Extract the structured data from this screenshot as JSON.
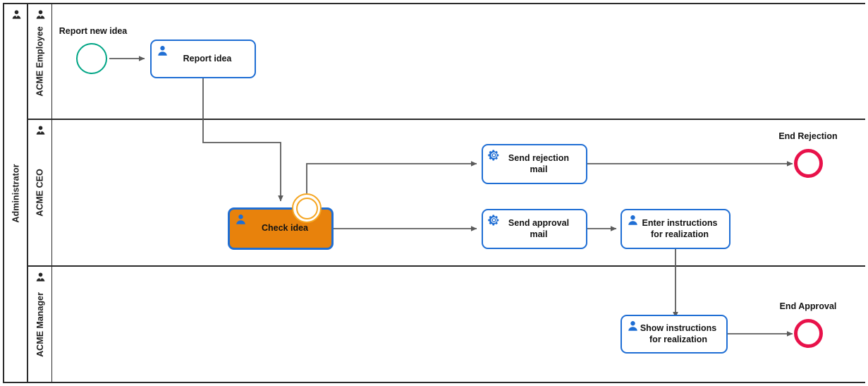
{
  "diagram": {
    "type": "bpmn-process",
    "pool": {
      "name": "Administrator",
      "icon": "participant-icon"
    },
    "lanes": [
      {
        "id": "employee",
        "name": "ACME Employee",
        "icon": "participant-icon"
      },
      {
        "id": "ceo",
        "name": "ACME CEO",
        "icon": "participant-icon"
      },
      {
        "id": "manager",
        "name": "ACME Manager",
        "icon": "participant-icon"
      }
    ],
    "events": [
      {
        "id": "start",
        "kind": "start-event",
        "label": "Report new idea",
        "lane": "employee",
        "color": "#00a585"
      },
      {
        "id": "end-rejection",
        "kind": "end-event",
        "label": "End Rejection",
        "lane": "ceo",
        "color": "#e8124a"
      },
      {
        "id": "end-approval",
        "kind": "end-event",
        "label": "End Approval",
        "lane": "manager",
        "color": "#e8124a"
      },
      {
        "id": "boundary-check",
        "kind": "boundary-event",
        "label": "",
        "lane": "ceo",
        "color": "#f5a623"
      }
    ],
    "tasks": [
      {
        "id": "report-idea",
        "label": "Report idea",
        "icon": "user-task-icon",
        "lane": "employee",
        "highlighted": false
      },
      {
        "id": "check-idea",
        "label": "Check idea",
        "icon": "user-task-icon",
        "lane": "ceo",
        "highlighted": true
      },
      {
        "id": "send-rejection-mail",
        "label": "Send rejection\nmail",
        "icon": "service-task-icon",
        "lane": "ceo",
        "highlighted": false
      },
      {
        "id": "send-approval-mail",
        "label": "Send approval\nmail",
        "icon": "service-task-icon",
        "lane": "ceo",
        "highlighted": false
      },
      {
        "id": "enter-instructions",
        "label": "Enter instructions\nfor realization",
        "icon": "user-task-icon",
        "lane": "ceo",
        "highlighted": false
      },
      {
        "id": "show-instructions",
        "label": "Show instructions\nfor realization",
        "icon": "user-task-icon",
        "lane": "manager",
        "highlighted": false
      }
    ],
    "colors": {
      "task_border": "#1f6ed4",
      "task_icon": "#1f6ed4",
      "highlight_fill": "#e8820c",
      "start_event": "#00a585",
      "end_event": "#e8124a",
      "boundary_event": "#f5a623",
      "flow_line": "#5b5b5b",
      "lane_border": "#2b2b2b"
    }
  }
}
